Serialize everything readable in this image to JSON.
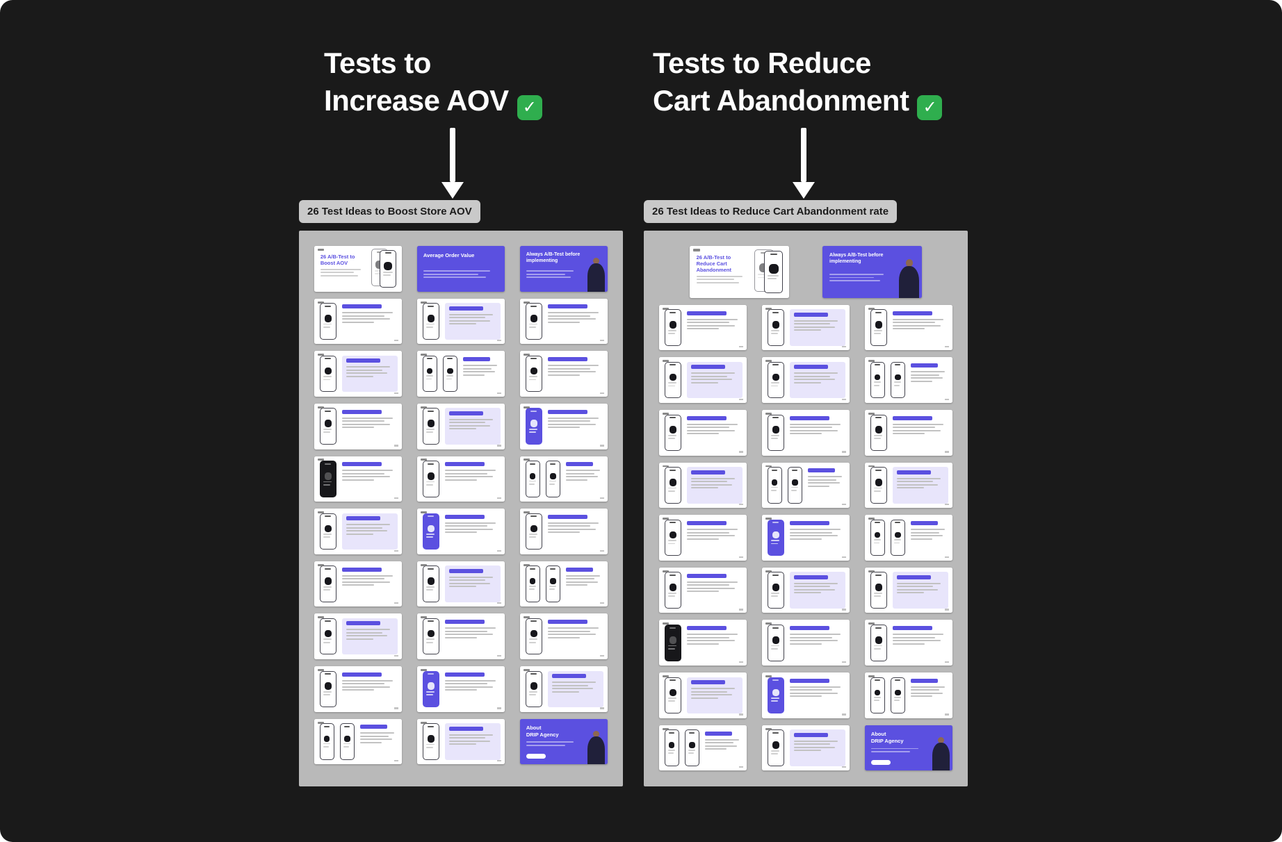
{
  "colors": {
    "background": "#1a1a1a",
    "indigo": "#5b50e0",
    "indigo_light": "#e8e5fb",
    "board_bg": "#b9b9b9",
    "chip_bg": "#c9c9c9",
    "check_green": "#2fae4e"
  },
  "annotations": {
    "aov": {
      "line1": "Tests to",
      "line2": "Increase AOV",
      "badge_check": "✓"
    },
    "cart": {
      "line1": "Tests to Reduce",
      "line2": "Cart Abandonment",
      "badge_check": "✓"
    }
  },
  "boards": [
    {
      "id": "aov",
      "label": "26 Test Ideas to Boost Store AOV",
      "slides": {
        "cover_title": "26 A/B-Test to Boost AOV",
        "section_title": "Average Order Value",
        "intro_title": "Always A/B-Test before implementing",
        "about_line1": "About",
        "about_line2": "DRIP Agency"
      },
      "grid": [
        [
          "cover",
          "purple-title",
          "purple-person"
        ],
        [
          "wf1",
          "wf2",
          "wf1"
        ],
        [
          "wf2",
          "wf3",
          "wf1"
        ],
        [
          "wf1",
          "wf2",
          "wf4"
        ],
        [
          "darkphone",
          "wf1",
          "wf3"
        ],
        [
          "wf2",
          "wf4",
          "wf1"
        ],
        [
          "wf1",
          "wf2",
          "wf3"
        ],
        [
          "wf2",
          "wf1",
          "wf1"
        ],
        [
          "wf1",
          "wf4",
          "wf2"
        ],
        [
          "wf3",
          "wf2",
          "about"
        ]
      ]
    },
    {
      "id": "cart",
      "label": "26 Test Ideas to Reduce Cart Abandonment rate",
      "slides": {
        "cover_title": "26 A/B-Test to Reduce Cart Abandonment",
        "intro_title": "Always A/B-Test before implementing",
        "about_line1": "About",
        "about_line2": "DRIP Agency"
      },
      "grid": [
        [
          "cover",
          "purple-person"
        ],
        [
          "wf1",
          "wf2",
          "wf1"
        ],
        [
          "wf2",
          "wf2",
          "wf3"
        ],
        [
          "wf1",
          "wf1",
          "wf1"
        ],
        [
          "wf2",
          "wf3",
          "wf2"
        ],
        [
          "wf1",
          "wf4",
          "wf3"
        ],
        [
          "wf1",
          "wf2",
          "wf2"
        ],
        [
          "darkphone",
          "wf1",
          "wf1"
        ],
        [
          "wf2",
          "wf4",
          "wf3"
        ],
        [
          "wf3",
          "wf2",
          "about"
        ]
      ]
    }
  ]
}
